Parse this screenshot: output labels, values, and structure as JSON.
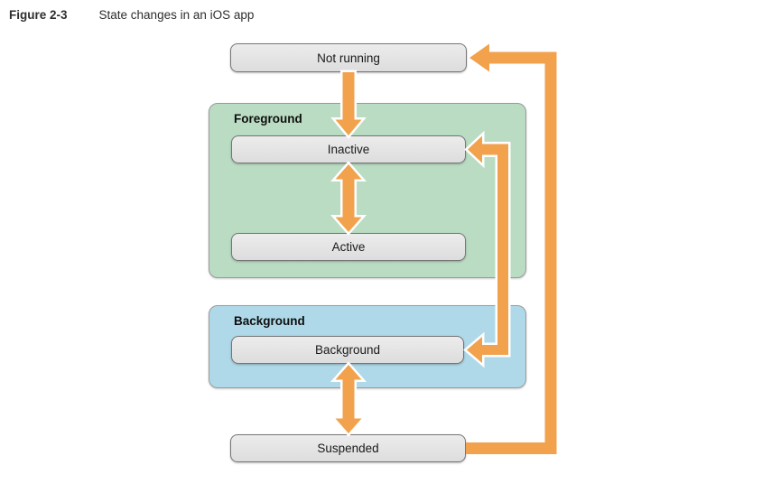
{
  "figure": {
    "label": "Figure 2-3",
    "caption": "State changes in an iOS app"
  },
  "diagram": {
    "nodes": {
      "not_running": "Not running",
      "inactive": "Inactive",
      "active": "Active",
      "background": "Background",
      "suspended": "Suspended"
    },
    "groups": {
      "foreground": "Foreground",
      "background": "Background"
    },
    "edges": [
      {
        "from": "not_running",
        "to": "inactive",
        "direction": "single"
      },
      {
        "from": "inactive",
        "to": "active",
        "direction": "bidirectional"
      },
      {
        "from": "inactive",
        "to": "background",
        "direction": "bidirectional-bracket"
      },
      {
        "from": "background",
        "to": "suspended",
        "direction": "bidirectional"
      },
      {
        "from": "suspended",
        "to": "not_running",
        "direction": "single-loop"
      }
    ],
    "colors": {
      "arrow_orange": "#F2A24D",
      "foreground_fill": "#B9DCC3",
      "background_fill": "#AFD9E8",
      "node_fill_top": "#ECECEC",
      "node_fill_bottom": "#DDDDDD",
      "node_border": "#767676",
      "group_border": "#9B9B9B",
      "text_color": "#1A1A1A"
    }
  }
}
